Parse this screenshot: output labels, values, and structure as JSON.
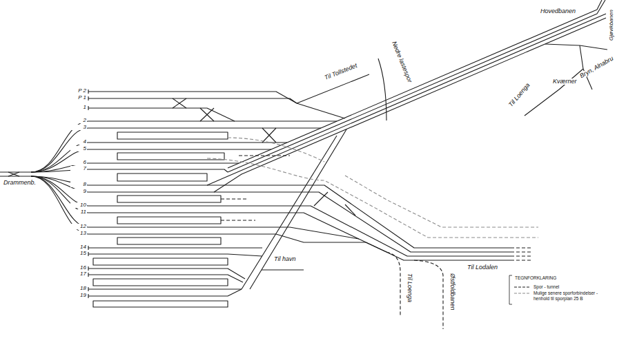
{
  "diagram": {
    "labels": [
      "P 2",
      "P 1",
      "1",
      "2",
      "3",
      "4",
      "5",
      "6",
      "7",
      "8",
      "9",
      "10",
      "11",
      "12",
      "13",
      "14",
      "15",
      "16",
      "17",
      "18",
      "19",
      "Drammenb.",
      "Til Tollstedet",
      "Nedre lastespor",
      "Gjøvikbanen",
      "Hovedbanen",
      "Bryn, Alnabru",
      "Kværner",
      "Til Loenga",
      "Til havn",
      "Til Lodalen",
      "Til Loenga",
      "Østfoldbanen",
      "TEGNFORKLARING"
    ],
    "legend": [
      {
        "text": "Spor - tunnel"
      },
      {
        "text": "Mulige senere sporforbindelser - henhold til sporplan 25 B"
      }
    ]
  }
}
